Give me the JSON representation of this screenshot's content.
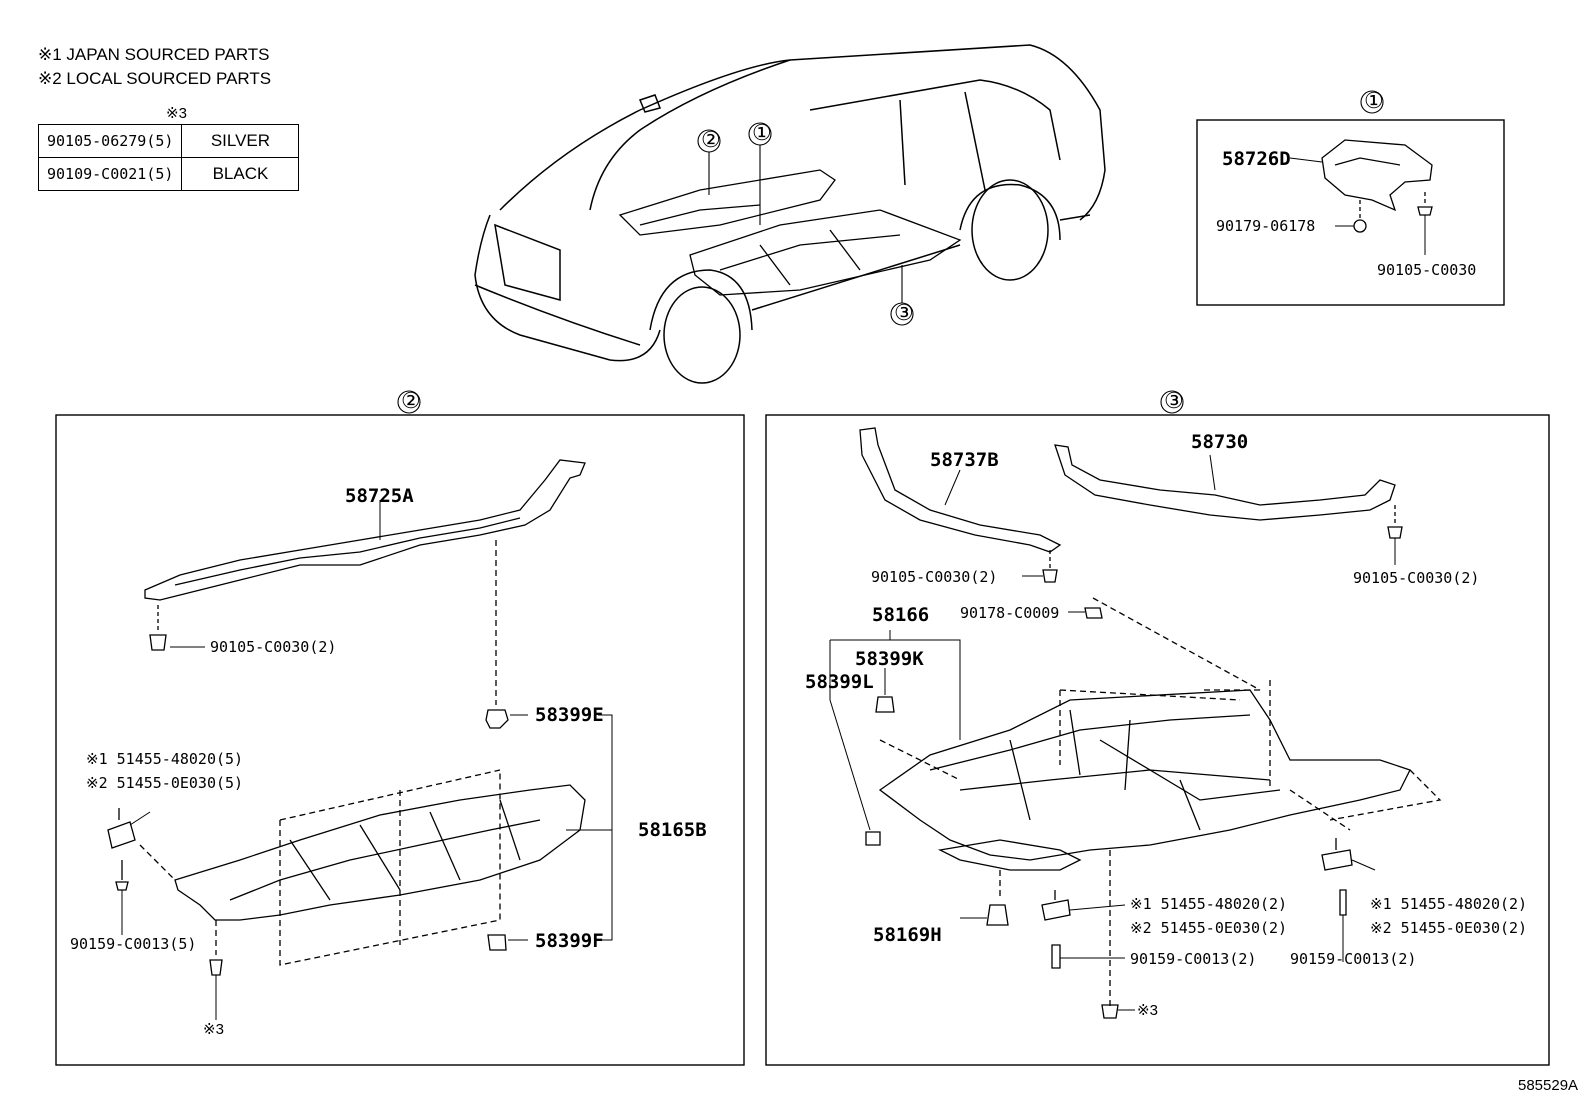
{
  "notes": {
    "note1": "※1 JAPAN SOURCED PARTS",
    "note2": "※2 LOCAL SOURCED PARTS",
    "table_title": "※3"
  },
  "color_table": [
    {
      "part": "90105-06279(5)",
      "color": "SILVER"
    },
    {
      "part": "90109-C0021(5)",
      "color": "BLACK"
    }
  ],
  "callouts": {
    "c1": "①",
    "c2": "②",
    "c3": "③"
  },
  "detail1": {
    "label": "①",
    "parts": [
      "58726D",
      "90179-06178",
      "90105-C0030"
    ]
  },
  "section2": {
    "label": "②",
    "parts": {
      "p58725A": "58725A",
      "p90105_2": "90105-C0030(2)",
      "p58399E": "58399E",
      "p51455_1": "※1 51455-48020(5)",
      "p51455_2": "※2 51455-0E030(5)",
      "p58165B": "58165B",
      "p58399F": "58399F",
      "p90159_5": "90159-C0013(5)",
      "p_ref3": "※3"
    }
  },
  "section3": {
    "label": "③",
    "parts": {
      "p58737B": "58737B",
      "p58730": "58730",
      "p90105_a": "90105-C0030(2)",
      "p90105_b": "90105-C0030(2)",
      "p90178": "90178-C0009",
      "p58166": "58166",
      "p58399K": "58399K",
      "p58399L": "58399L",
      "p58169H": "58169H",
      "p51455_1a": "※1 51455-48020(2)",
      "p51455_2a": "※2 51455-0E030(2)",
      "p51455_1b": "※1 51455-48020(2)",
      "p51455_2b": "※2 51455-0E030(2)",
      "p90159_a": "90159-C0013(2)",
      "p90159_b": "90159-C0013(2)",
      "p_ref3": "※3"
    }
  },
  "figure_id": "585529A"
}
